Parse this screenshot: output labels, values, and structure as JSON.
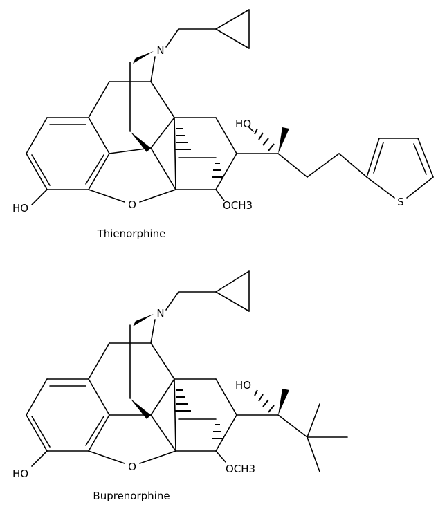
{
  "molecules": [
    {
      "name": "Thienorphine",
      "labels": {
        "n": "N",
        "ho_top": "HO",
        "ho_phenol": "HO",
        "o_ring": "O",
        "och3": "OCH3",
        "s": "S"
      }
    },
    {
      "name": "Buprenorphine",
      "labels": {
        "n": "N",
        "ho_top": "HO",
        "ho_phenol": "HO",
        "o_ring": "O",
        "och3": "OCH3"
      }
    }
  ]
}
